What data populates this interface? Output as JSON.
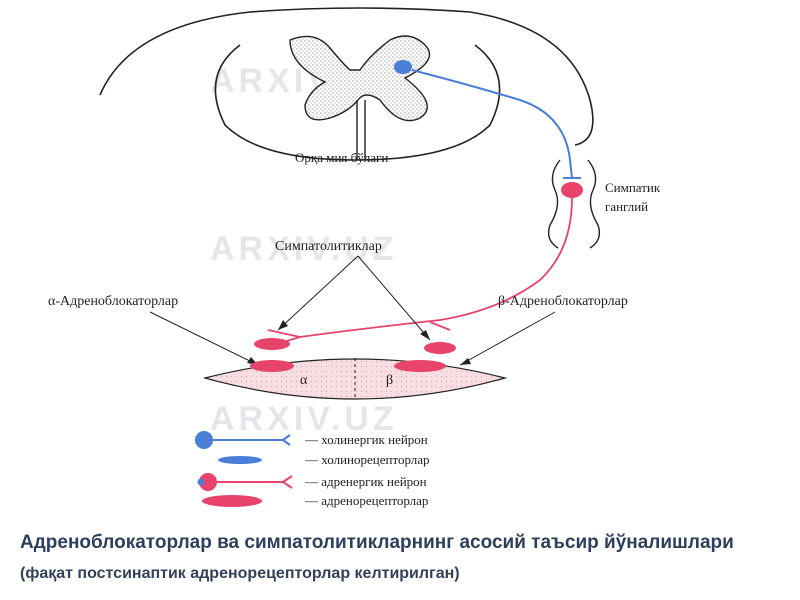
{
  "labels": {
    "spinal_cord": "Орқа мия бўлаги",
    "ganglion_line1": "Симпатик",
    "ganglion_line2": "ганглий",
    "sympatholytics": "Симпатолитиклар",
    "alpha_blockers": "α-Адреноблокаторлар",
    "beta_blockers": "β-Адреноблокаторлар",
    "alpha": "α",
    "beta": "β"
  },
  "legend": [
    {
      "label": "— холинергик нейрон"
    },
    {
      "label": "— холинорецепторлар"
    },
    {
      "label": "— адренергик нейрон"
    },
    {
      "label": "— адренорецепторлар"
    }
  ],
  "watermark": "ARXIV.UZ",
  "caption": {
    "main": "Адреноблокаторлар ва симпатолитикларнинг асосий таъсир йўналишлари",
    "note": "(фақат постсинаптик адренорецепторлар келтирилган)"
  },
  "colors": {
    "cholinergic": "#4a7fd8",
    "adrenergic": "#e8436a",
    "tissue_fill": "#f8dde2",
    "grey_matter": "#e4e4e4"
  }
}
